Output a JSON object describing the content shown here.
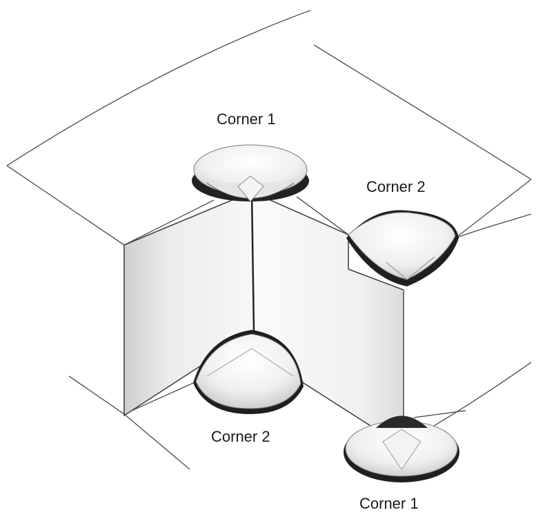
{
  "labels": {
    "corner_1_top": "Corner 1",
    "corner_2_right": "Corner 2",
    "corner_2_bottom": "Corner 2",
    "corner_1_bottom": "Corner 1"
  }
}
